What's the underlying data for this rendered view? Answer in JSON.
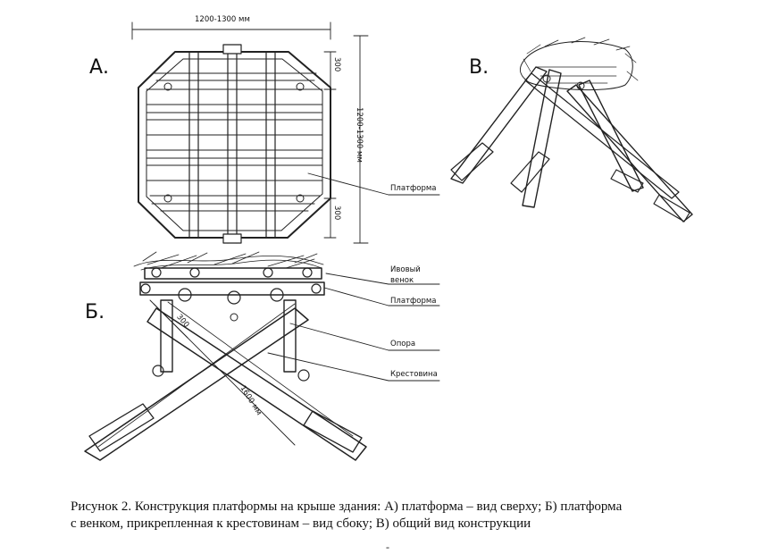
{
  "panels": {
    "a": "А.",
    "b": "Б.",
    "v": "В."
  },
  "dimensions": {
    "top_width": "1200-1300 мм",
    "side_height": "1200-1300 мм",
    "corner_top": "300",
    "corner_bottom": "300",
    "brace_offset": "300",
    "brace_length": "1600 мм"
  },
  "callouts": {
    "platform_top": "Платформа",
    "wreath_line1": "Ивовый",
    "wreath_line2": "венок",
    "platform_side": "Платформа",
    "support": "Опора",
    "cross": "Крестовина"
  },
  "caption": {
    "line1": "Рисунок 2. Конструкция платформы на крыше здания: А) платформа – вид сверху; Б) платформа",
    "line2": "с венком, прикрепленная к крестовинам – вид сбоку; В) общий вид конструкции"
  },
  "page_mark": "-"
}
